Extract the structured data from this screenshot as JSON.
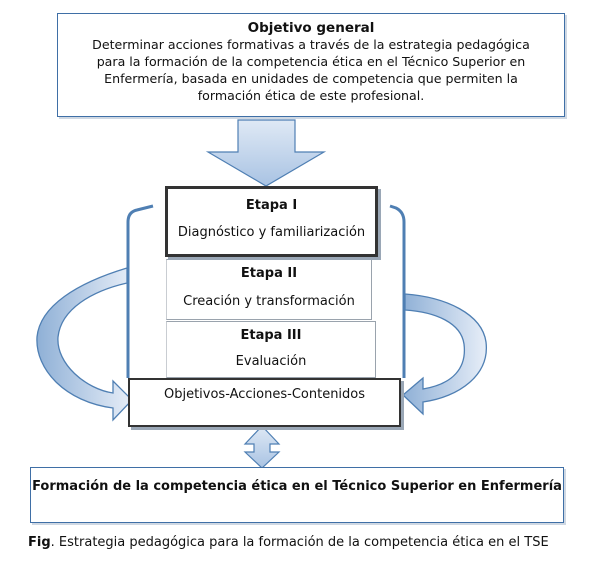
{
  "objetivo": {
    "title": "Objetivo general",
    "body": "Determinar acciones formativas a través de la estrategia pedagógica para la formación de la competencia ética en el Técnico Superior en Enfermería, basada en unidades de competencia que permiten la formación ética de este profesional."
  },
  "etapas": [
    {
      "title": "Etapa I",
      "subtitle": "Diagnóstico y familiarización"
    },
    {
      "title": "Etapa II",
      "subtitle": "Creación y transformación"
    },
    {
      "title": "Etapa III",
      "subtitle": "Evaluación"
    }
  ],
  "base": {
    "label": "Objetivos-Acciones-Contenidos"
  },
  "resultado": {
    "text": "Formación  de la competencia ética en el Técnico Superior en Enfermería"
  },
  "caption": {
    "prefix": "Fig",
    "text": ". Estrategia pedagógica para la formación de la competencia ética en el TSE"
  },
  "colors": {
    "arrow_fill": "#bdd0e8",
    "arrow_stroke": "#4f7fb3",
    "box_border": "#3f6fa6"
  }
}
